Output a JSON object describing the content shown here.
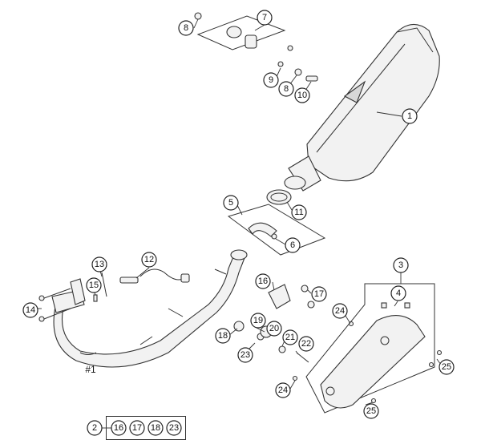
{
  "callouts": {
    "c1": "1",
    "c2": "2",
    "c3": "3",
    "c4": "4",
    "c5": "5",
    "c6": "6",
    "c7": "7",
    "c8a": "8",
    "c8b": "8",
    "c9": "9",
    "c10": "10",
    "c11": "11",
    "c12": "12",
    "c13": "13",
    "c14": "14",
    "c15": "15",
    "c16": "16",
    "c17": "17",
    "c18": "18",
    "c19": "19",
    "c20": "20",
    "c21": "21",
    "c22": "22",
    "c23": "23",
    "c24a": "24",
    "c24b": "24",
    "c25a": "25",
    "c25b": "25"
  },
  "pipe_label": "#1",
  "set": {
    "number": "2",
    "items": [
      "16",
      "17",
      "18",
      "23"
    ]
  }
}
